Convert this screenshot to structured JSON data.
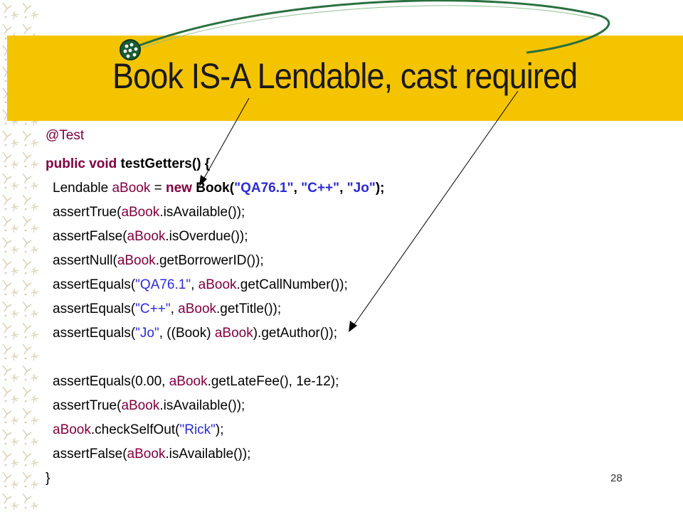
{
  "slide": {
    "title": "Book IS-A Lendable,  cast required",
    "number": "28",
    "colors": {
      "band": "#f5c400",
      "keyword": "#800040",
      "string": "#2b2bd8"
    }
  },
  "code": {
    "l1": {
      "t": "@Test"
    },
    "l2": {
      "a": "public void",
      "b": " testGetters() {"
    },
    "l3": {
      "a": "Lendable ",
      "b": "aBook",
      "c": " = ",
      "d": "new",
      "e": " Book(",
      "f": "\"QA76.1\"",
      "g": ", ",
      "h": "\"C++\"",
      "i": ", ",
      "j": "\"Jo\"",
      "k": ");"
    },
    "l4": {
      "a": "assertTrue(",
      "b": "aBook",
      "c": ".isAvailable());"
    },
    "l5": {
      "a": "assertFalse(",
      "b": "aBook",
      "c": ".isOverdue());"
    },
    "l6": {
      "a": "assertNull(",
      "b": "aBook",
      "c": ".getBorrowerID());"
    },
    "l7": {
      "a": "assertEquals(",
      "b": "\"QA76.1\"",
      "c": ", ",
      "d": "aBook",
      "e": ".getCallNumber());"
    },
    "l8": {
      "a": "assertEquals(",
      "b": "\"C++\"",
      "c": ", ",
      "d": "aBook",
      "e": ".getTitle());"
    },
    "l9": {
      "a": "assertEquals(",
      "b": "\"Jo\"",
      "c": ", ((Book) ",
      "d": "aBook",
      "e": ").getAuthor());"
    },
    "l10": {
      "a": "assertEquals(0.00, ",
      "b": "aBook",
      "c": ".getLateFee(), 1e-12);"
    },
    "l11": {
      "a": "assertTrue(",
      "b": "aBook",
      "c": ".isAvailable());"
    },
    "l12": {
      "a": "aBook",
      "b": ".checkSelfOut(",
      "c": "\"Rick\"",
      "d": ");"
    },
    "l13": {
      "a": "assertFalse(",
      "b": "aBook",
      "c": ".isAvailable());"
    },
    "l14": {
      "t": "}"
    }
  }
}
